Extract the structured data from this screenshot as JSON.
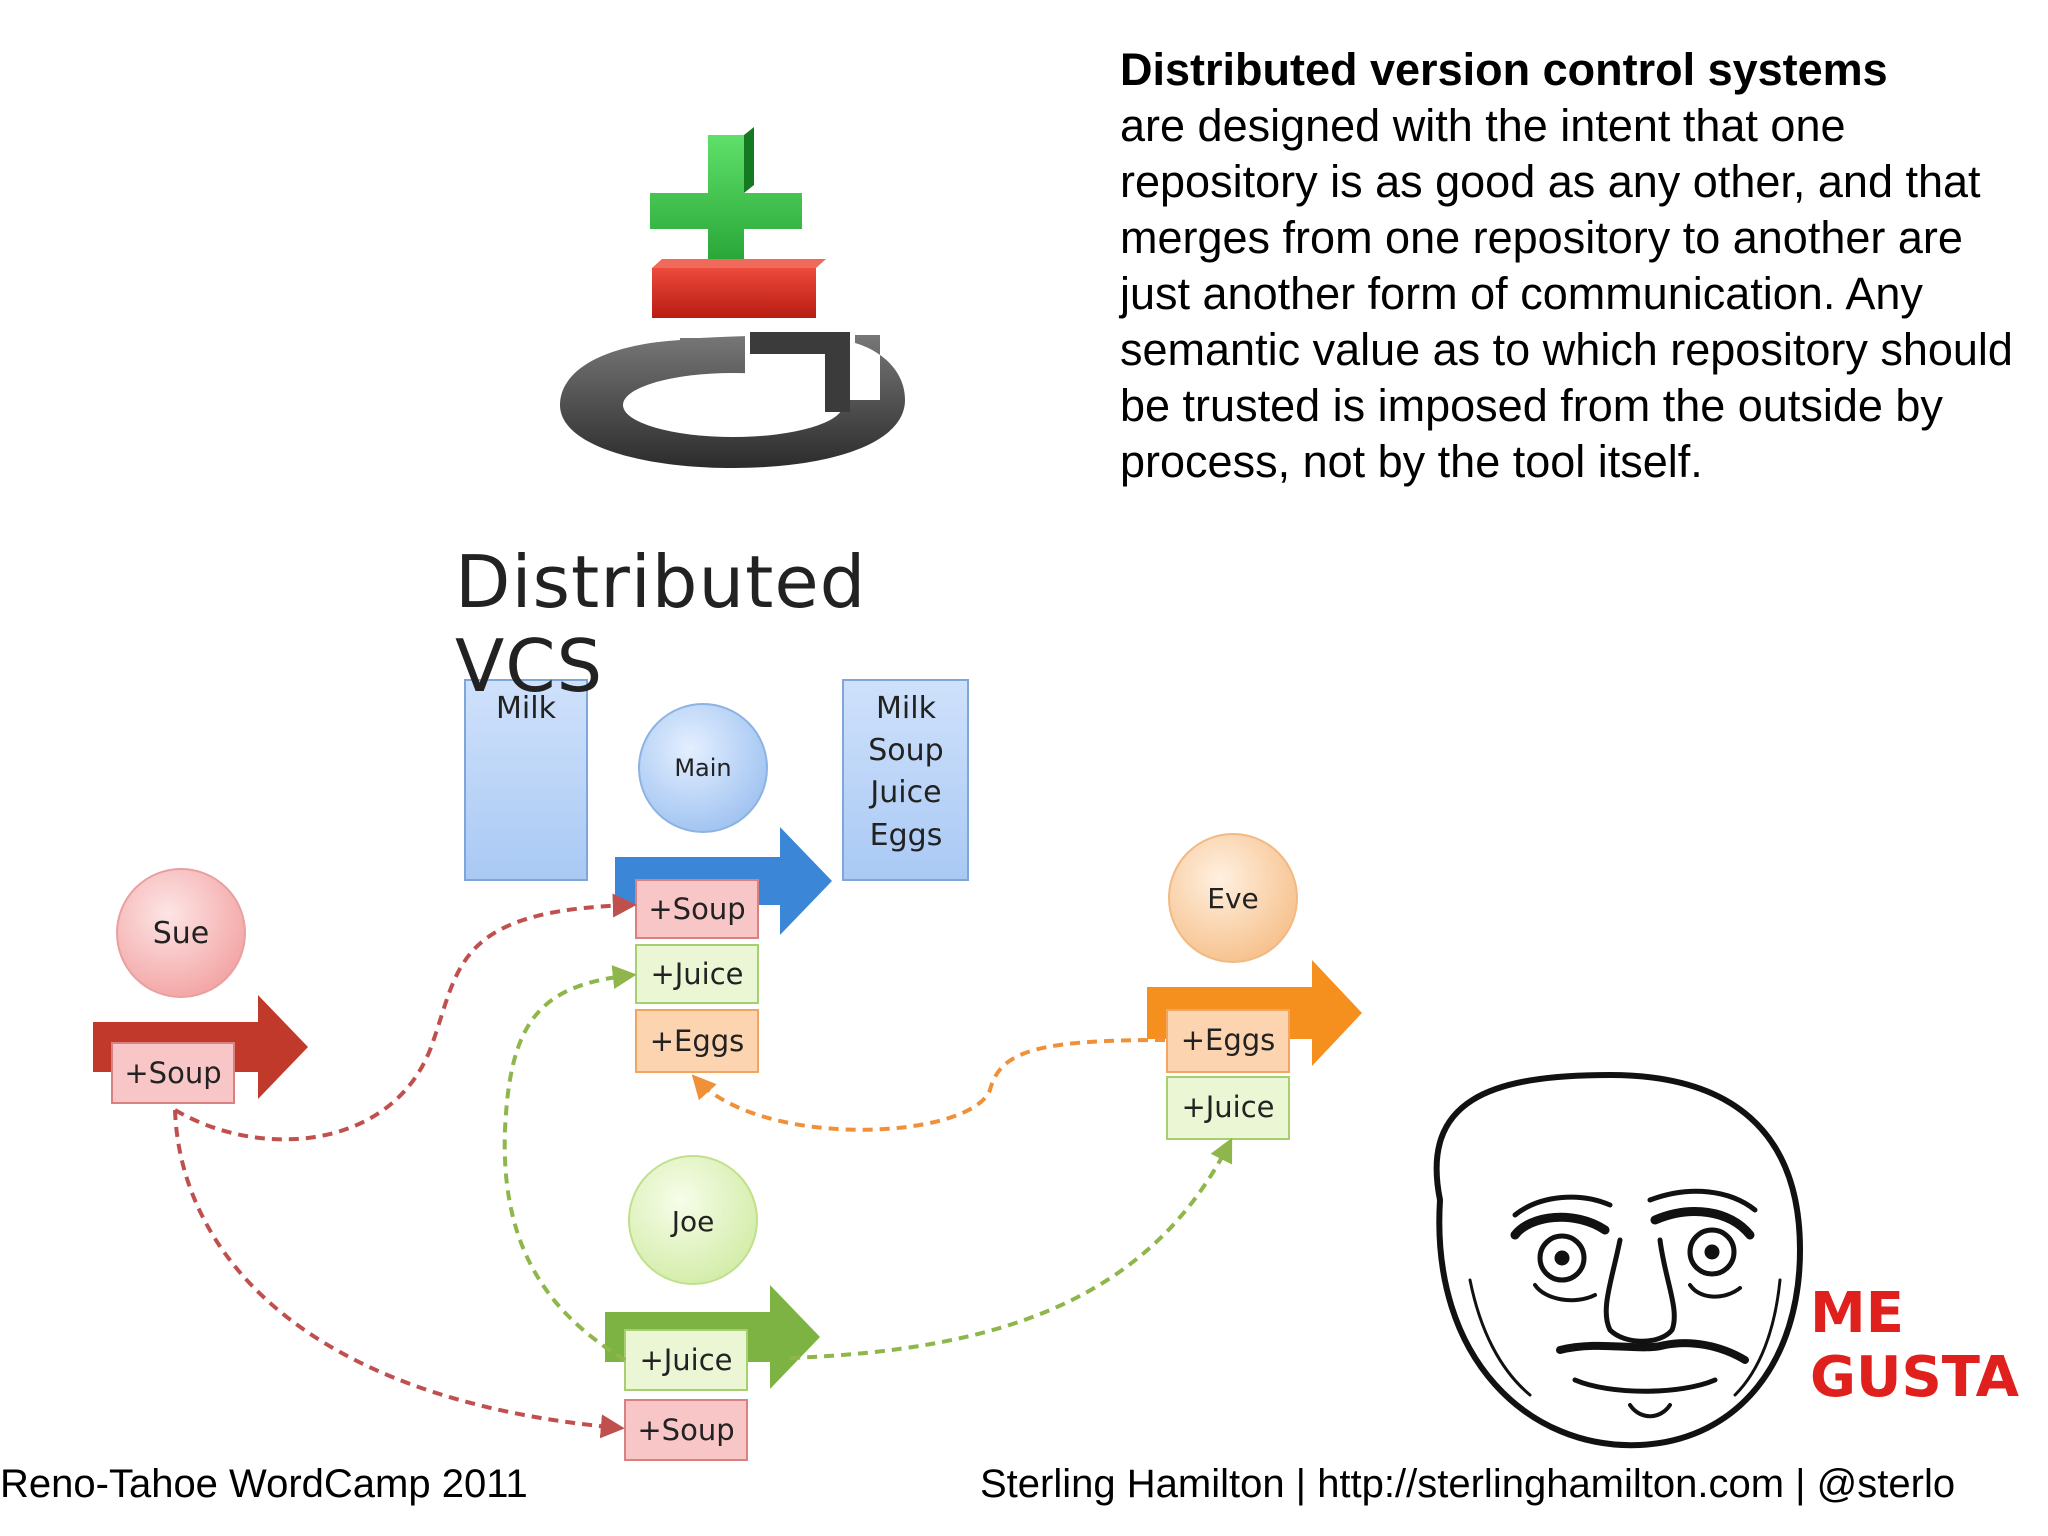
{
  "paragraph": {
    "heading": "Distributed version control systems",
    "body": "are designed with the intent that one repository is as good as any other, and that merges from one repository to another are just another form of communication. Any semantic value as to which repository should be trusted is imposed from the outside by process, not by the tool itself."
  },
  "logo": {
    "icon": "plus-minus-circular-arrow-icon"
  },
  "title": "Distributed VCS",
  "nodes": {
    "main": "Main",
    "sue": "Sue",
    "eve": "Eve",
    "joe": "Joe"
  },
  "boxes": {
    "before": "Milk",
    "after": [
      "Milk",
      "Soup",
      "Juice",
      "Eggs"
    ]
  },
  "changes": {
    "main": [
      "+Soup",
      "+Juice",
      "+Eggs"
    ],
    "sue": [
      "+Soup"
    ],
    "eve": [
      "+Eggs",
      "+Juice"
    ],
    "joe": [
      "+Juice",
      "+Soup"
    ]
  },
  "meme": {
    "line1": "ME",
    "line2": "GUSTA",
    "icon": "me-gusta-face-icon"
  },
  "footer": {
    "left": "Reno-Tahoe WordCamp 2011",
    "right": "Sterling Hamilton | http://sterlinghamilton.com | @sterlo"
  },
  "colors": {
    "red": "#c0392b",
    "green": "#7cb342",
    "orange": "#f39c12",
    "blue": "#3a86d8"
  }
}
